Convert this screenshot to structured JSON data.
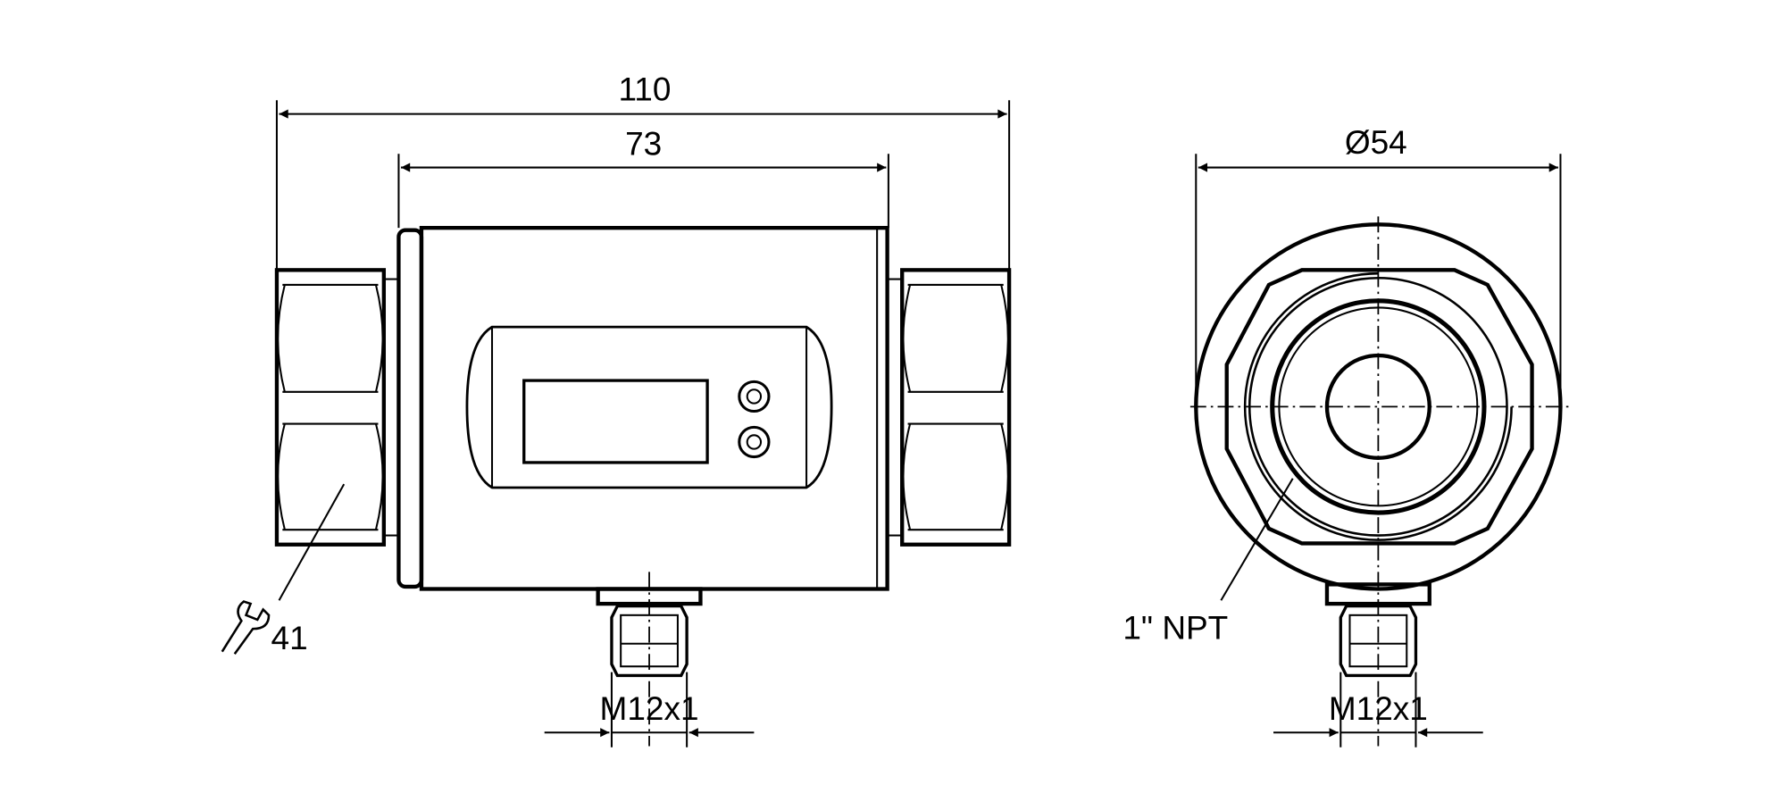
{
  "drawing": {
    "side_view": {
      "overall_length": "110",
      "body_length": "73",
      "wrench_size": "41",
      "connector_thread": "M12x1"
    },
    "front_view": {
      "diameter": "Ø54",
      "process_thread": "1\" NPT",
      "connector_thread": "M12x1"
    },
    "line_color": "#000000"
  }
}
